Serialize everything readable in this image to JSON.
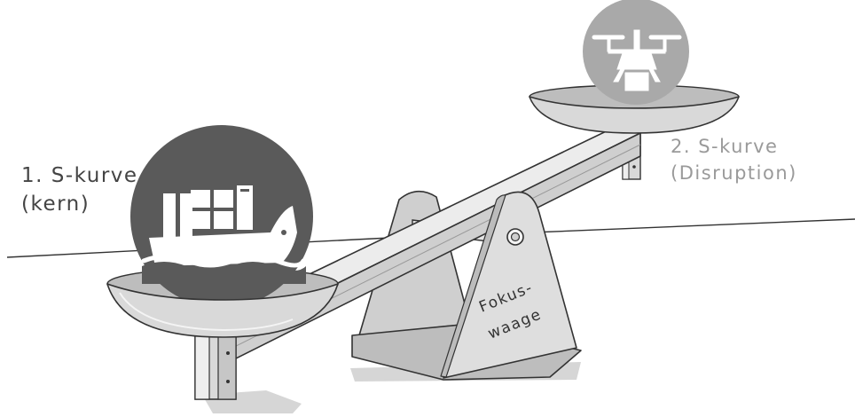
{
  "labels": {
    "core_curve_line1": "1. S-kurve",
    "core_curve_line2": "(kern)",
    "disruption_curve_line1": "2. S-kurve",
    "disruption_curve_line2": "(Disruption)",
    "fulcrum_line1": "Fokus-",
    "fulcrum_line2": "waage"
  },
  "icons": {
    "left_ball": "container-ship-icon",
    "right_ball": "drone-with-package-icon"
  },
  "colors": {
    "core_label": "#444444",
    "disruption_label": "#9a9a9a",
    "dark_ball": "#5a5a5a",
    "light_ball": "#a9a9a9",
    "metal_light": "#e4e4e4",
    "metal_mid": "#cfcfcf",
    "metal_dark": "#b9b9b9",
    "shadow": "#d6d6d6",
    "outline": "#333333"
  }
}
